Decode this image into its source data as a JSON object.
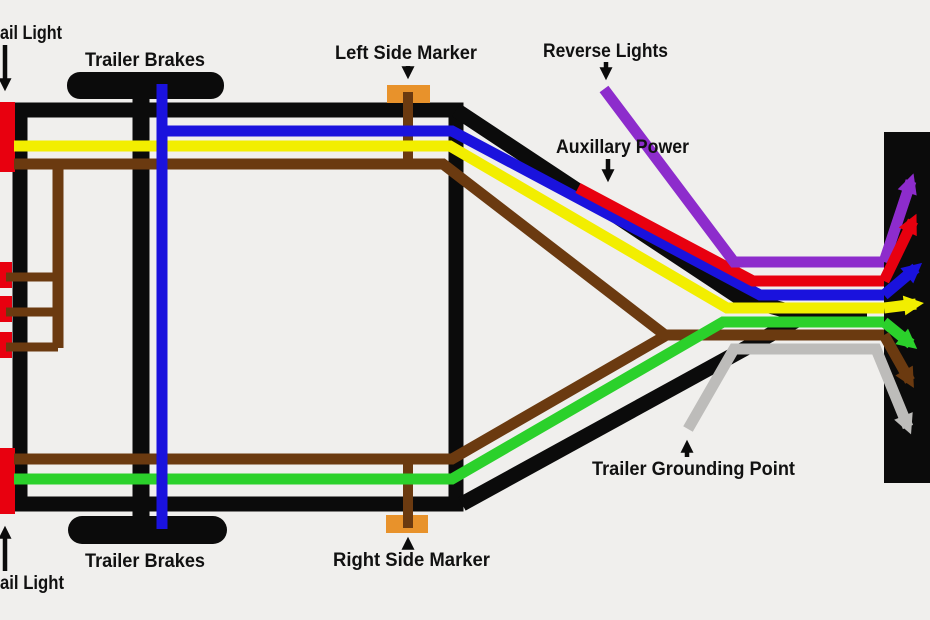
{
  "labels": {
    "tail_light_top": "ail Light",
    "trailer_brakes_top": "Trailer Brakes",
    "left_side_marker": "Left Side Marker",
    "reverse_lights": "Reverse Lights",
    "auxillary_power": "Auxillary Power",
    "trailer_grounding_point": "Trailer Grounding Point",
    "right_side_marker": "Right Side Marker",
    "trailer_brakes_bottom": "Trailer Brakes",
    "tail_light_bottom": "ail Light"
  },
  "colors": {
    "background": "#f0efed",
    "frame": "#0b0b0b",
    "tail_light": "#e8000f",
    "side_marker_lamp": "#e8922b",
    "wire_purple": "#8d2ccc",
    "wire_red": "#e8000f",
    "wire_blue": "#1a12dd",
    "wire_yellow": "#f2ee00",
    "wire_green": "#2bd12b",
    "wire_brown": "#6b3a10",
    "wire_gray": "#bdbcba",
    "label_text": "#111111"
  },
  "annotations": [
    {
      "label": "Reverse Lights",
      "points_to": "purple wire"
    },
    {
      "label": "Auxillary Power",
      "points_to": "red wire"
    },
    {
      "label": "Trailer Grounding Point",
      "points_to": "gray wire"
    },
    {
      "label": "Left Side Marker",
      "points_to": "orange marker lamp (top)"
    },
    {
      "label": "Right Side Marker",
      "points_to": "orange marker lamp (bottom)"
    },
    {
      "label": "Trailer Brakes",
      "points_to": "wheel assemblies with blue wire"
    },
    {
      "label": "Tail Light",
      "points_to": "red lamps on left edge"
    }
  ]
}
